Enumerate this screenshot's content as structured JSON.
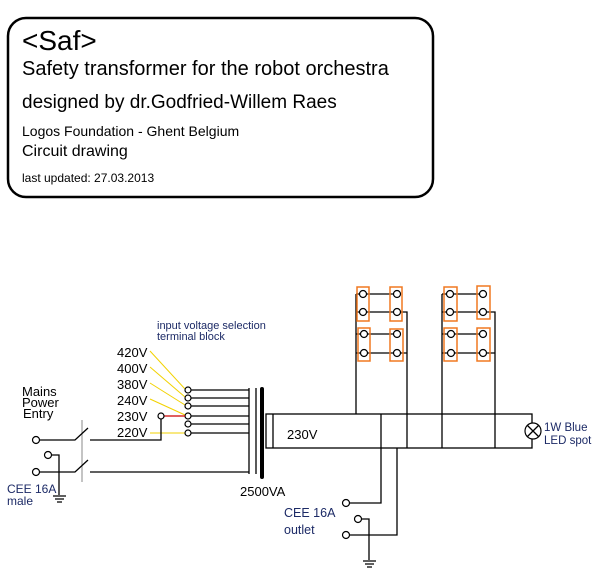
{
  "title_block": {
    "code": "<Saf>",
    "title": "Safety transformer for the robot orchestra",
    "designer": "designed by dr.Godfried-Willem Raes",
    "organization": "Logos Foundation - Ghent Belgium",
    "doc_type": "Circuit drawing",
    "last_updated": "last updated: 27.03.2013"
  },
  "diagram": {
    "terminal_block_label": [
      "input voltage selection",
      "terminal block"
    ],
    "voltages": [
      "420V",
      "400V",
      "380V",
      "240V",
      "230V",
      "220V"
    ],
    "mains_label": [
      "Mains",
      "Power",
      "Entry"
    ],
    "inlet_label": [
      "CEE 16A",
      "male"
    ],
    "transformer_rating": "2500VA",
    "secondary_voltage": "230V",
    "lamp_label": [
      "1W Blue",
      "LED spot"
    ],
    "outlet_label": [
      "CEE 16A",
      "outlet"
    ],
    "colors": {
      "wire": "#000000",
      "selector_jumper": "#cc0000",
      "voltage_leader": "#f2d200",
      "terminal_block": "#f07820"
    }
  }
}
